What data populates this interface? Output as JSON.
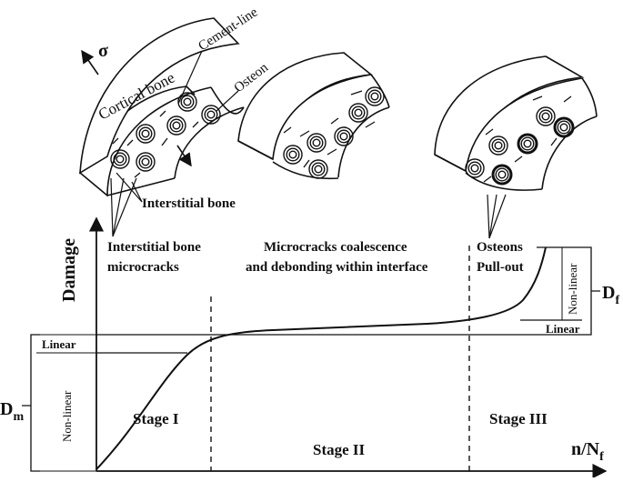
{
  "labels": {
    "sigma": "σ",
    "cortical_bone": "Cortical bone",
    "cement_line": "Cement-line",
    "osteon": "Osteon",
    "interstitial_bone": "Interstitial bone",
    "interstitial_microcracks_line1": "Interstitial bone",
    "interstitial_microcracks_line2": "microcracks",
    "coalescence_line1": "Microcracks coalescence",
    "coalescence_line2": "and debonding within interface",
    "pullout_line1": "Osteons",
    "pullout_line2": "Pull-out"
  },
  "axes": {
    "y_label": "Damage",
    "x_label_main": "n/N",
    "x_label_sub": "f"
  },
  "stages": {
    "stage1": "Stage I",
    "stage2": "Stage II",
    "stage3": "Stage III"
  },
  "brackets": {
    "df_main": "D",
    "df_sub": "f",
    "dm_main": "D",
    "dm_sub": "m",
    "linear_right": "Linear",
    "nonlinear_right": "Non-linear",
    "linear_left": "Linear",
    "nonlinear_left": "Non-linear"
  }
}
